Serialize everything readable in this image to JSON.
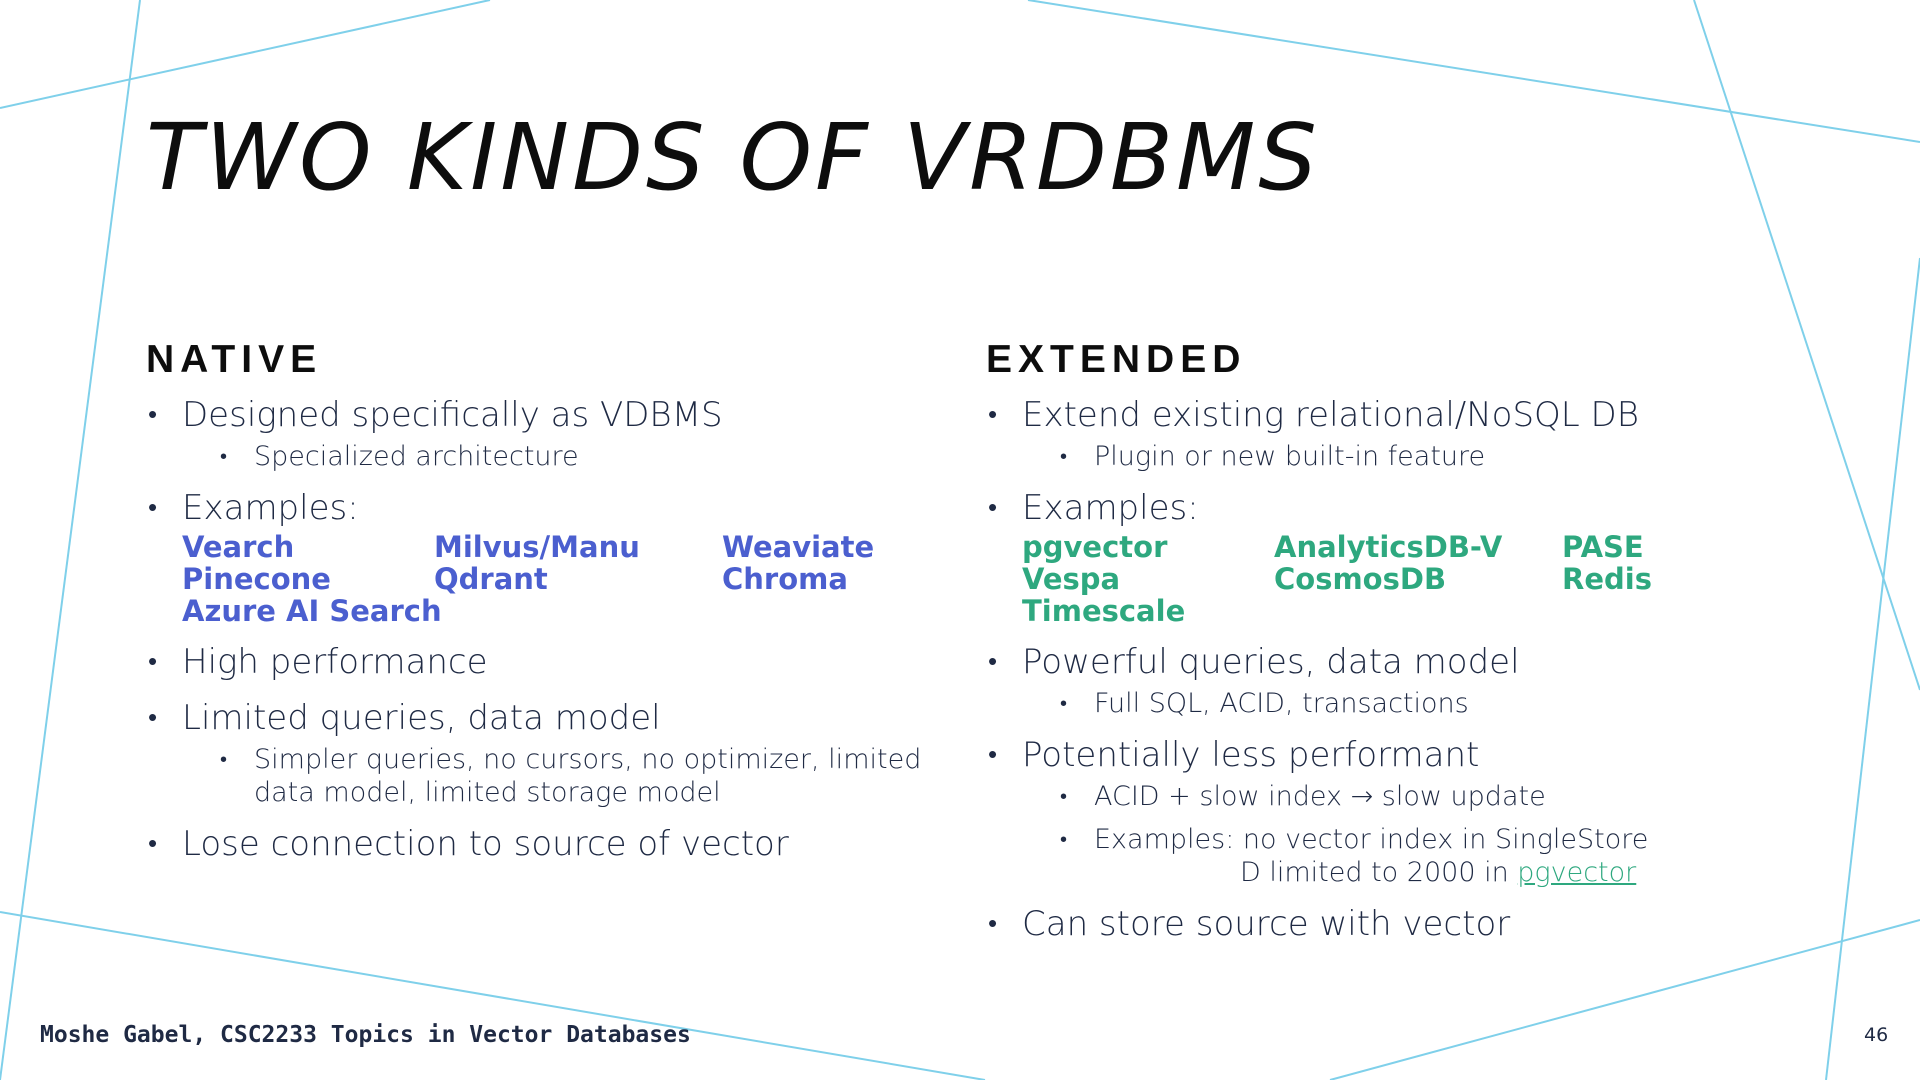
{
  "title": "TWO KINDS OF VRDBMS",
  "colors": {
    "line": "#7fd0ea",
    "native_accent": "#4b5fcf",
    "extended_accent": "#2ea87f",
    "text": "#1f2a44"
  },
  "native": {
    "heading": "NATIVE",
    "designed": "Designed specifically as VDBMS",
    "designed_sub": "Specialized architecture",
    "examples_label": "Examples:",
    "examples": [
      "Vearch",
      "Milvus/Manu",
      "Weaviate",
      "Pinecone",
      "Qdrant",
      "Chroma",
      "Azure AI Search"
    ],
    "performance": "High performance",
    "limited": "Limited queries, data model",
    "limited_sub": "Simpler queries, no cursors, no optimizer, limited data model, limited storage model",
    "lose": "Lose connection to source of vector"
  },
  "extended": {
    "heading": "EXTENDED",
    "extend": "Extend existing relational/NoSQL DB",
    "extend_sub": "Plugin or new built-in feature",
    "examples_label": "Examples:",
    "examples": [
      "pgvector",
      "AnalyticsDB-V",
      "PASE",
      "Vespa",
      "CosmosDB",
      "Redis",
      "Timescale"
    ],
    "powerful": "Powerful queries, data model",
    "powerful_sub": "Full SQL, ACID, transactions",
    "less": "Potentially less performant",
    "less_sub1": "ACID + slow index → slow update",
    "less_sub2_a": "Examples: no vector index in SingleStore",
    "less_sub2_b": "D limited to 2000 in ",
    "less_sub2_link": "pgvector",
    "store": "Can store source with vector"
  },
  "footer": "Moshe Gabel, CSC2233 Topics in Vector Databases",
  "page_number": "46"
}
